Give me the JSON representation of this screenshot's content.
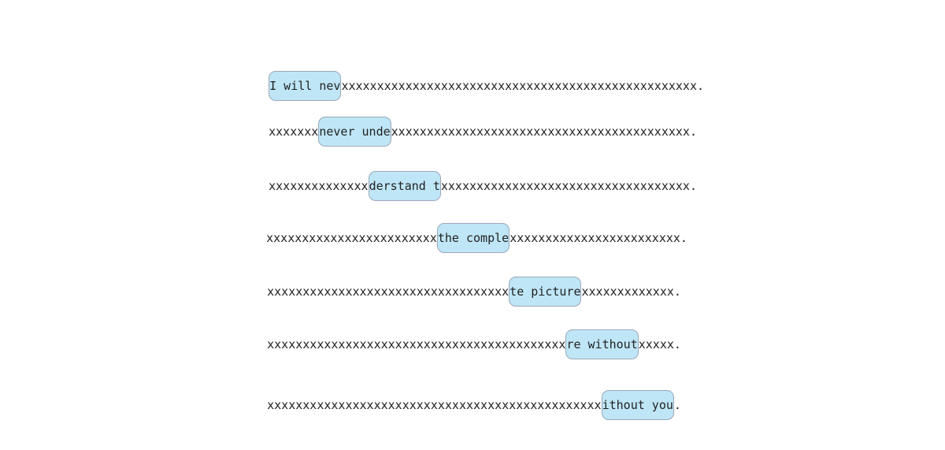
{
  "sentence": "I will never understand the complete picture without you.",
  "rows": [
    {
      "prefix": "",
      "window": "I will nev",
      "suffix": "xxxxxxxxxxxxxxxxxxxxxxxxxxxxxxxxxxxxxxxxxxxxxxxxxx."
    },
    {
      "prefix": "xxxxxxx",
      "window": "never unde",
      "suffix": "xxxxxxxxxxxxxxxxxxxxxxxxxxxxxxxxxxxxxxxxxx."
    },
    {
      "prefix": "xxxxxxxxxxxxxx",
      "window": "derstand t",
      "suffix": "xxxxxxxxxxxxxxxxxxxxxxxxxxxxxxxxxxx."
    },
    {
      "prefix": "xxxxxxxxxxxxxxxxxxxxxxxx",
      "window": "the comple",
      "suffix": "xxxxxxxxxxxxxxxxxxxxxxxx."
    },
    {
      "prefix": "xxxxxxxxxxxxxxxxxxxxxxxxxxxxxxxxxx",
      "window": "te picture",
      "suffix": "xxxxxxxxxxxxx."
    },
    {
      "prefix": "xxxxxxxxxxxxxxxxxxxxxxxxxxxxxxxxxxxxxxxxxx",
      "window": "re without",
      "suffix": "xxxxx."
    },
    {
      "prefix": "xxxxxxxxxxxxxxxxxxxxxxxxxxxxxxxxxxxxxxxxxxxxxxx",
      "window": "ithout you",
      "suffix": "."
    }
  ],
  "colors": {
    "window_fill": "#bfe6f7",
    "window_border": "#9aa8b8",
    "text": "#222222",
    "background": "#ffffff"
  }
}
